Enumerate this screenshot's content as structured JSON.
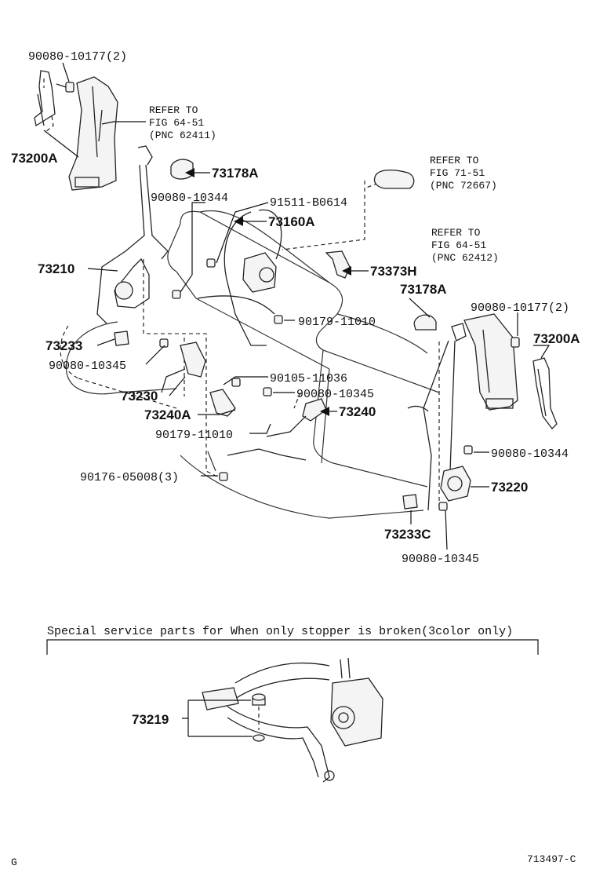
{
  "callouts": {
    "p_90080_10177_tl": "90080-10177(2)",
    "p_73200a_l": "73200A",
    "p_refer_1": {
      "line1": "REFER TO",
      "line2": "FIG 64-51",
      "line3": "(PNC 62411)"
    },
    "p_73178a_top": "73178A",
    "p_90080_10344_top": "90080-10344",
    "p_91511_b0614": "91511-B0614",
    "p_73160a": "73160A",
    "p_refer_2": {
      "line1": "REFER TO",
      "line2": "FIG 71-51",
      "line3": "(PNC 72667)"
    },
    "p_refer_3": {
      "line1": "REFER TO",
      "line2": "FIG 64-51",
      "line3": "(PNC 62412)"
    },
    "p_73210": "73210",
    "p_73373h": "73373H",
    "p_73178a_right": "73178A",
    "p_90080_10177_r": "90080-10177(2)",
    "p_90179_11010_a": "90179-11010",
    "p_73200a_r": "73200A",
    "p_73233": "73233",
    "p_90080_10345_left": "90080-10345",
    "p_90105_11036": "90105-11036",
    "p_73230": "73230",
    "p_90080_10345_mid": "90080-10345",
    "p_73240a": "73240A",
    "p_73240": "73240",
    "p_90179_11010_b": "90179-11010",
    "p_90080_10344_right": "90080-10344",
    "p_90176_05008": "90176-05008(3)",
    "p_73220": "73220",
    "p_73233c": "73233C",
    "p_90080_10345_bottom": "90080-10345",
    "p_73219": "73219"
  },
  "special_note": "Special service parts for When only stopper is broken(3color only)",
  "footer": {
    "left_code": "G",
    "diagram_id": "713497-C"
  }
}
